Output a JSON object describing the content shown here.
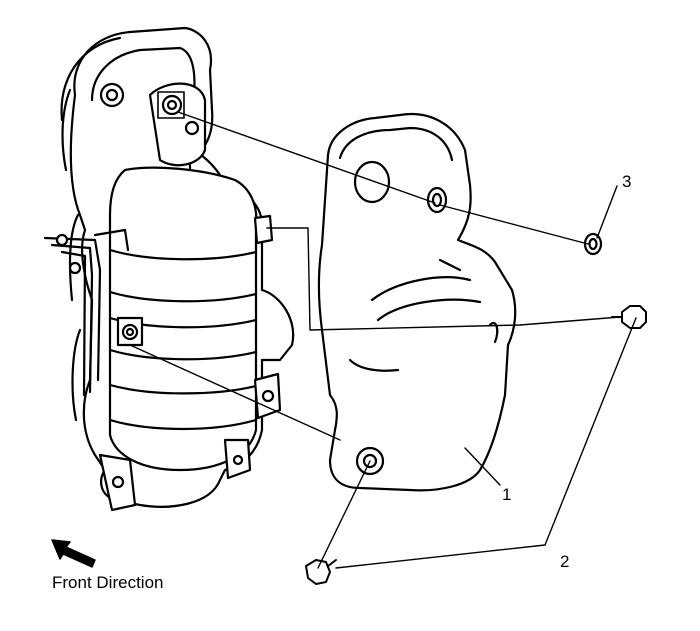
{
  "diagram": {
    "callouts": [
      {
        "id": "1",
        "label": "1"
      },
      {
        "id": "2",
        "label": "2"
      },
      {
        "id": "3",
        "label": "3"
      }
    ],
    "direction_label": "Front Direction",
    "direction_icon": "arrow-up-left-icon",
    "line_color": "#000000",
    "fill_color": "#ffffff"
  }
}
